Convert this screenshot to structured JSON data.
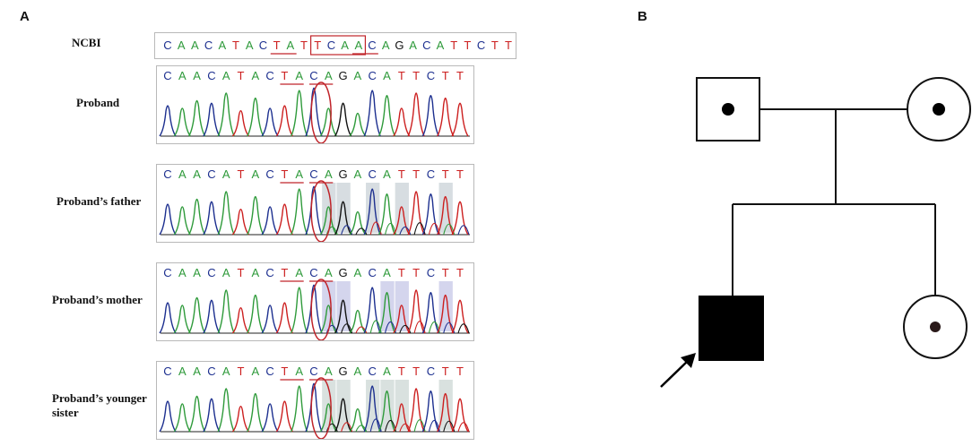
{
  "panels": {
    "a": "A",
    "b": "B"
  },
  "colors": {
    "A": "#2e9a3a",
    "C": "#1c2f8f",
    "G": "#111111",
    "T": "#cc1f1f",
    "annotation": "#c0242a",
    "shade_father": "#cdd5da",
    "shade_mother": "#c9cbe8",
    "shade_sister": "#cfd9d7"
  },
  "ncbi": {
    "label": "NCBI",
    "sequence": "CAACATACTATTCAACAGACATTCTT"
  },
  "traces": [
    {
      "label": "Proband",
      "sequence": "CAACATACTACAGACATTCTT"
    },
    {
      "label": "Proband’s father",
      "sequence": "CAACATACTACAGACATTCTT"
    },
    {
      "label": "Proband’s mother",
      "sequence": "CAACATACTACAGACATTCTT"
    },
    {
      "label": "Proband’s younger sister",
      "sequence": "CAACATACTACAGACATTCTT"
    }
  ],
  "pedigree": {
    "father": {
      "shape": "square",
      "status": "carrier"
    },
    "mother": {
      "shape": "circle",
      "status": "carrier"
    },
    "proband": {
      "shape": "square",
      "status": "affected"
    },
    "sister": {
      "shape": "circle",
      "status": "carrier"
    },
    "proband_indicator": "arrow-icon"
  }
}
